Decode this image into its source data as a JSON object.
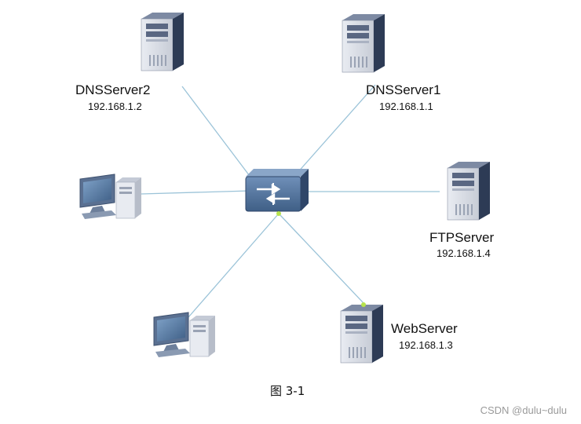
{
  "nodes": {
    "dns2": {
      "name": "DNSServer2",
      "ip": "192.168.1.2",
      "icon": "server-icon"
    },
    "dns1": {
      "name": "DNSServer1",
      "ip": "192.168.1.1",
      "icon": "server-icon"
    },
    "ftp": {
      "name": "FTPServer",
      "ip": "192.168.1.4",
      "icon": "server-icon"
    },
    "web": {
      "name": "WebServer",
      "ip": "192.168.1.3",
      "icon": "server-icon"
    },
    "pc1": {
      "icon": "pc-icon"
    },
    "pc2": {
      "icon": "pc-icon"
    },
    "switch": {
      "icon": "switch-icon"
    }
  },
  "caption": "图 3-1",
  "watermark": "CSDN @dulu~dulu",
  "colors": {
    "link": "#9bc3d8",
    "device_blue": "#4d6d93",
    "server_side": "#2d3b55",
    "status_dot": "#b6e34c"
  }
}
